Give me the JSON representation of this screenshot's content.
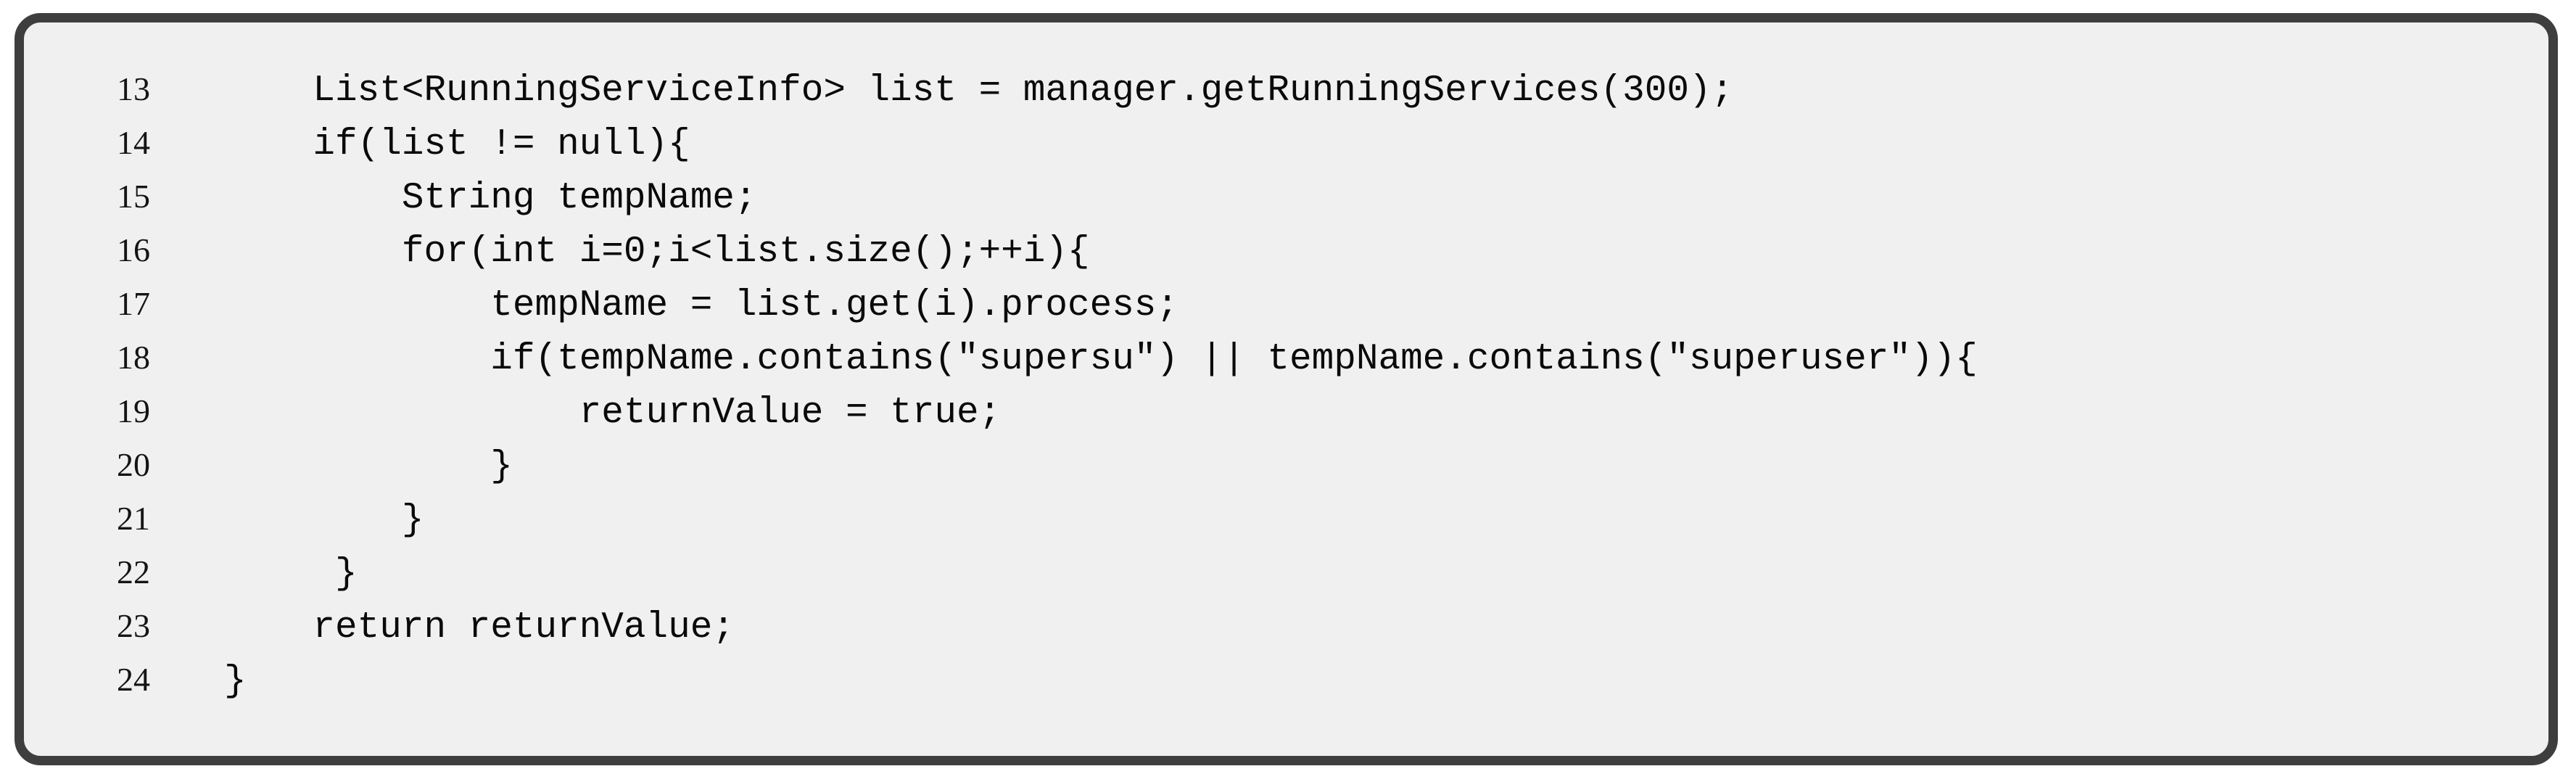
{
  "panel": {
    "type": "code-listing",
    "language": "java",
    "colors": {
      "border": "#3e3e3e",
      "background": "#f0f0f0",
      "page_background": "#ffffff",
      "text": "#0a0a0a"
    },
    "lines": [
      {
        "num": "13",
        "code": "    List<RunningServiceInfo> list = manager.getRunningServices(300);"
      },
      {
        "num": "14",
        "code": "    if(list != null){"
      },
      {
        "num": "15",
        "code": "        String tempName;"
      },
      {
        "num": "16",
        "code": "        for(int i=0;i<list.size();++i){"
      },
      {
        "num": "17",
        "code": "            tempName = list.get(i).process;"
      },
      {
        "num": "18",
        "code": "            if(tempName.contains(\"supersu\") || tempName.contains(\"superuser\")){"
      },
      {
        "num": "19",
        "code": "                returnValue = true;"
      },
      {
        "num": "20",
        "code": "            }"
      },
      {
        "num": "21",
        "code": "        }"
      },
      {
        "num": "22",
        "code": "     }"
      },
      {
        "num": "23",
        "code": "    return returnValue;"
      },
      {
        "num": "24",
        "code": "}"
      }
    ]
  }
}
